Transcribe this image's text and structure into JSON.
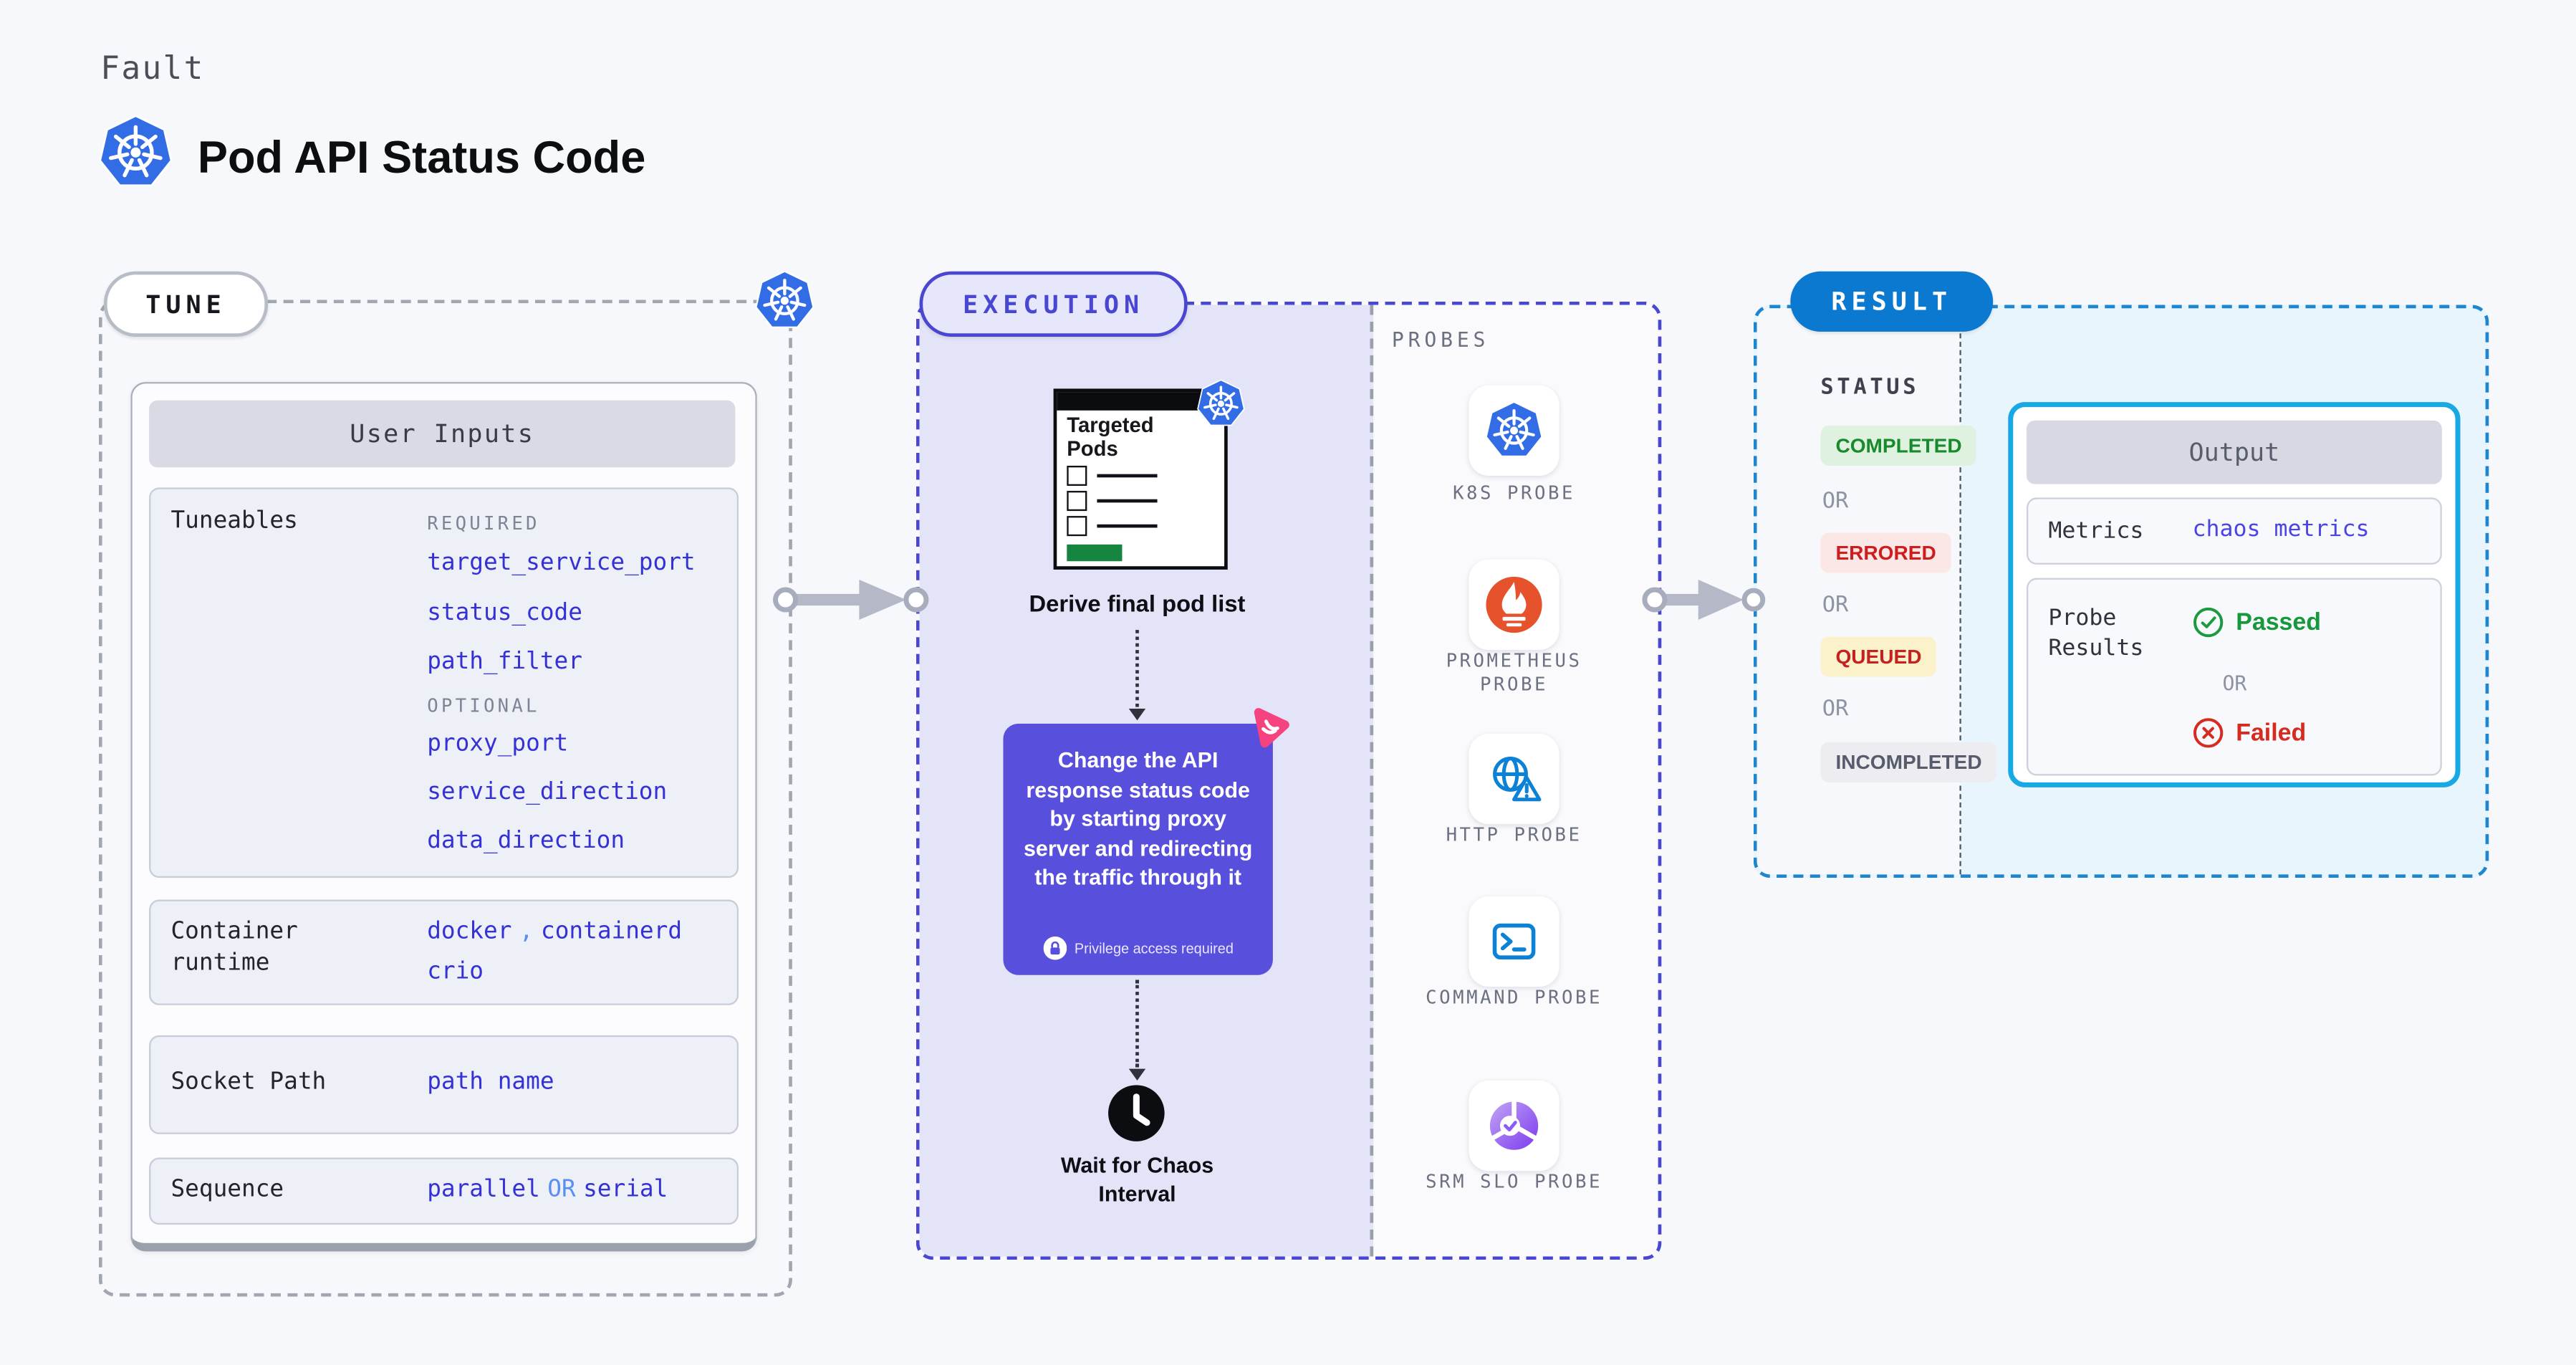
{
  "header": {
    "kicker": "Fault",
    "title": "Pod API Status Code",
    "logo_icon": "kubernetes-icon"
  },
  "tune": {
    "label": "TUNE",
    "corner_icon": "kubernetes-icon",
    "card_title": "User Inputs",
    "tuneables": {
      "label": "Tuneables",
      "required_label": "REQUIRED",
      "required": [
        "target_service_port",
        "status_code",
        "path_filter"
      ],
      "optional_label": "OPTIONAL",
      "optional": [
        "proxy_port",
        "service_direction",
        "data_direction"
      ]
    },
    "container_runtime": {
      "label": "Container runtime",
      "value1": "docker",
      "separator": ",",
      "value2": "containerd",
      "value3": "crio"
    },
    "socket_path": {
      "label": "Socket Path",
      "value": "path name"
    },
    "sequence": {
      "label": "Sequence",
      "value1": "parallel",
      "or": "OR",
      "value2": "serial"
    }
  },
  "execution": {
    "label": "EXECUTION",
    "pods_window_title": "Targeted Pods",
    "pods_badge_icon": "kubernetes-icon",
    "derive_label": "Derive final pod list",
    "action_text": "Change the API response status code by starting proxy server and redirecting the traffic through it",
    "privilege_icon": "lock-icon",
    "privilege_note": "Privilege access required",
    "chaos_badge_icon": "chaos-pink-icon",
    "wait_icon": "clock-icon",
    "wait_label": "Wait for Chaos Interval"
  },
  "probes": {
    "label": "PROBES",
    "items": [
      {
        "name": "K8S PROBE",
        "icon": "kubernetes-icon"
      },
      {
        "name": "PROMETHEUS PROBE",
        "icon": "prometheus-icon"
      },
      {
        "name": "HTTP PROBE",
        "icon": "http-globe-icon"
      },
      {
        "name": "COMMAND PROBE",
        "icon": "terminal-icon"
      },
      {
        "name": "SRM SLO PROBE",
        "icon": "slo-donut-icon"
      }
    ]
  },
  "result": {
    "label": "RESULT",
    "status_label": "STATUS",
    "or_label": "OR",
    "statuses": [
      {
        "text": "COMPLETED",
        "fg": "#18892d",
        "bg": "#def2df"
      },
      {
        "text": "ERRORED",
        "fg": "#ce1d1d",
        "bg": "#fce7e7"
      },
      {
        "text": "QUEUED",
        "fg": "#c42120",
        "bg": "#fbf1cb"
      },
      {
        "text": "INCOMPLETED",
        "fg": "#575c6c",
        "bg": "#ececf1"
      }
    ],
    "output": {
      "title": "Output",
      "metrics_label": "Metrics",
      "metrics_value": "chaos metrics",
      "probe_results_label": "Probe Results",
      "passed": "Passed",
      "passed_icon": "check-circle-icon",
      "or": "OR",
      "failed": "Failed",
      "failed_icon": "x-circle-icon"
    }
  },
  "palette": {
    "kubernetes_blue": "#326de6",
    "execution_purple": "#4946d2",
    "action_card_purple": "#594fdd",
    "result_blue": "#0b79d0",
    "output_border_cyan": "#18a8e4",
    "code_blue": "#3431d6",
    "code_light_blue": "#5a8ff2",
    "success_green": "#18983c",
    "error_red": "#d62b20",
    "prometheus_orange": "#e6522c",
    "targeted_pods_green": "#168540",
    "chaos_pink": "#f5437f"
  }
}
